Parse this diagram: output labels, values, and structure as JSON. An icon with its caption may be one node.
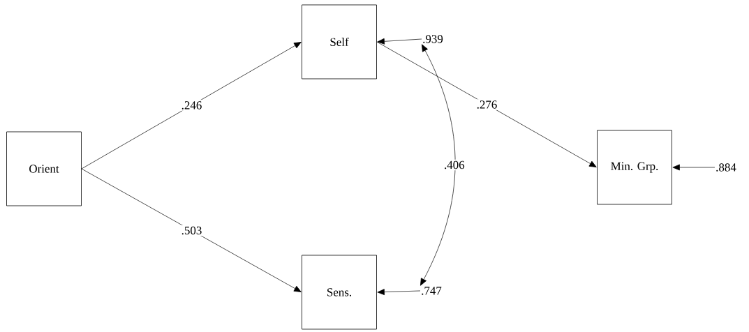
{
  "diagram": {
    "nodes": [
      {
        "text": [
          "Orient"
        ]
      },
      {
        "text": [
          "Self"
        ]
      },
      {
        "text": [
          "Sens."
        ]
      },
      {
        "text": [
          "Min. Grp."
        ]
      },
      {
        "text": [
          ".939"
        ]
      },
      {
        "text": [
          ".747"
        ]
      },
      {
        "text": [
          ".884"
        ]
      }
    ],
    "edges": [
      {
        "from": 0,
        "to": 1,
        "arrow": "to",
        "label": ".246"
      },
      {
        "from": 0,
        "to": 2,
        "arrow": "to",
        "label": ".503"
      },
      {
        "from": 1,
        "to": 3,
        "arrow": "to",
        "label": ".276"
      },
      {
        "from": 4,
        "to": 1,
        "arrow": "to"
      },
      {
        "from": 5,
        "to": 2,
        "arrow": "to"
      },
      {
        "from": 6,
        "to": 3,
        "arrow": "to"
      },
      {
        "from": 4,
        "to": 5,
        "arrow": "both",
        "label": ".406"
      }
    ]
  }
}
